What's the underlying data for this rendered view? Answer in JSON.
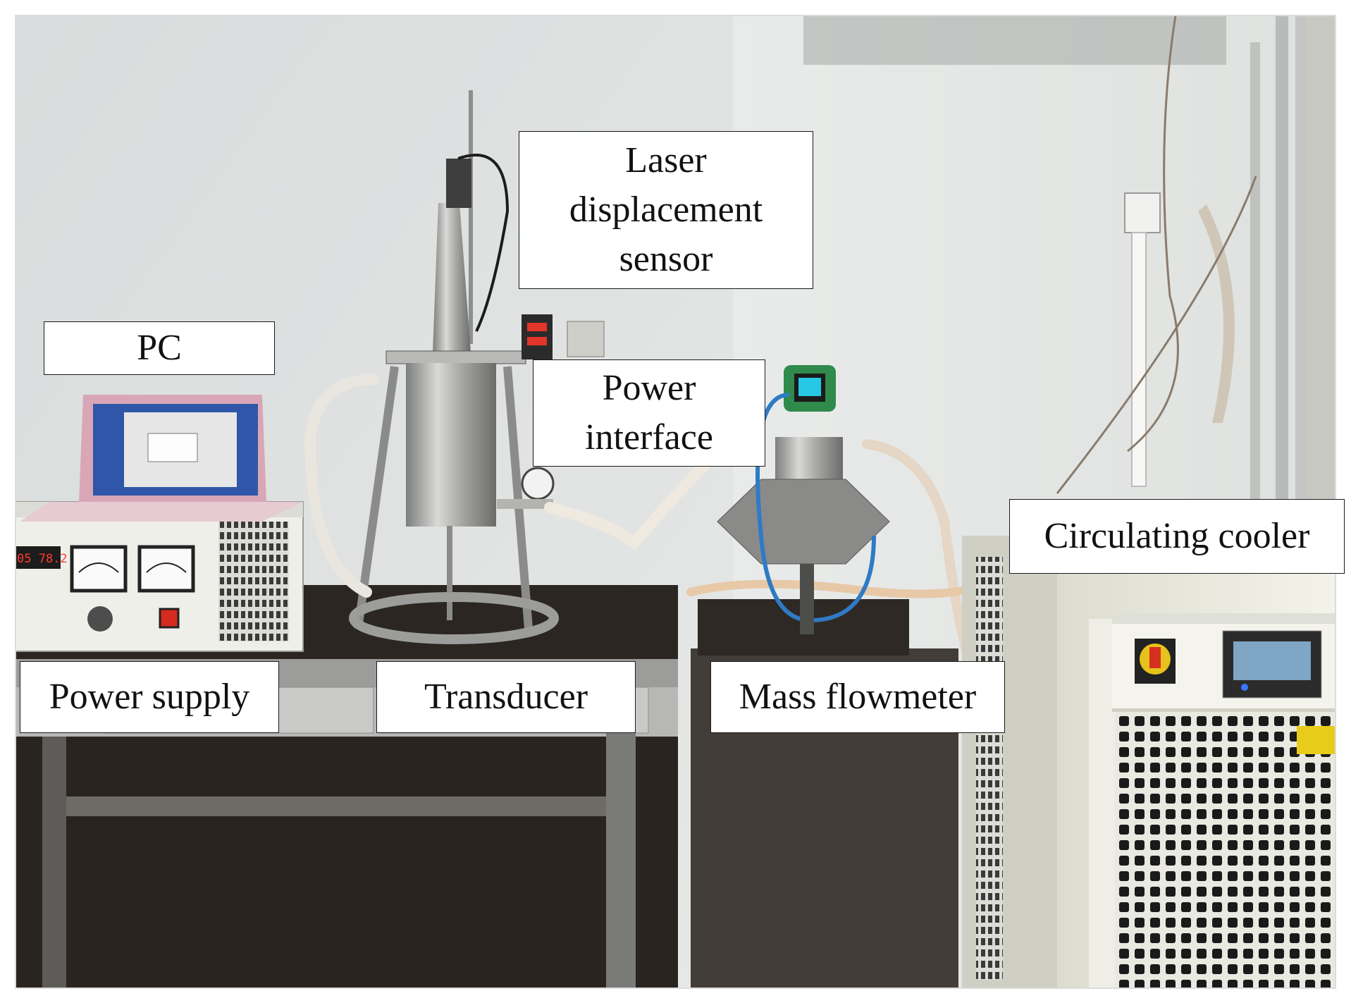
{
  "labels": {
    "laser_sensor": [
      "Laser",
      "displacement",
      "sensor"
    ],
    "pc": "PC",
    "power_interface": [
      "Power",
      "interface"
    ],
    "circulating_cooler": "Circulating cooler",
    "power_supply": "Power supply",
    "transducer": "Transducer",
    "mass_flowmeter": "Mass flowmeter"
  },
  "instrument_readouts": {
    "power_supply_display": "05 78.2"
  }
}
